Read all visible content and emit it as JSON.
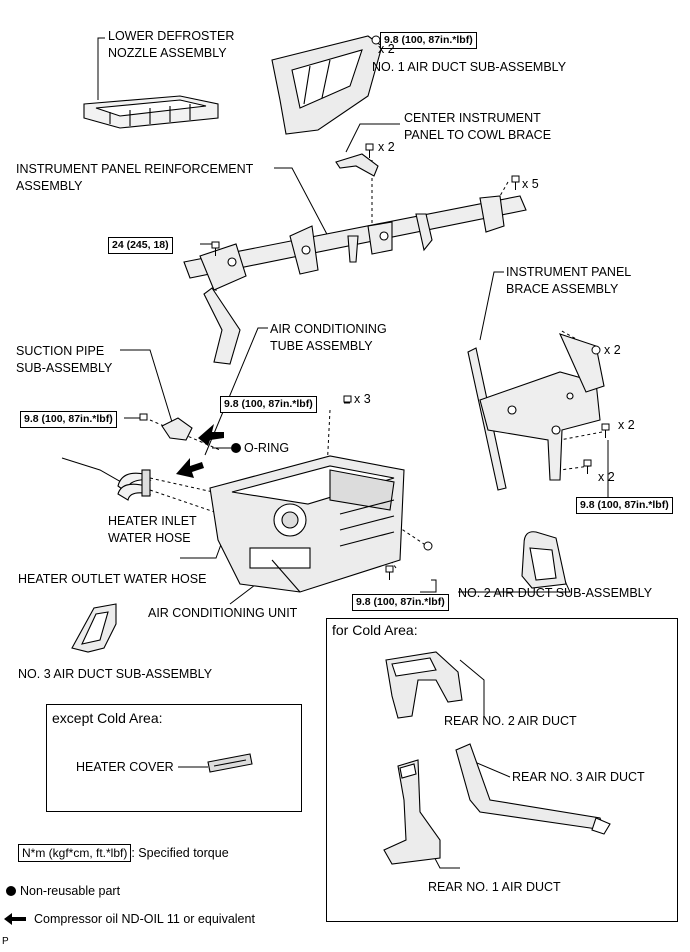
{
  "labels": {
    "lower_defroster": "LOWER DEFROSTER\nNOZZLE ASSEMBLY",
    "no1_air_duct": "NO. 1 AIR DUCT SUB-ASSEMBLY",
    "center_brace": "CENTER INSTRUMENT\nPANEL TO COWL BRACE",
    "reinforcement": "INSTRUMENT PANEL REINFORCEMENT\nASSEMBLY",
    "panel_brace": "INSTRUMENT PANEL\nBRACE ASSEMBLY",
    "ac_tube": "AIR CONDITIONING\nTUBE ASSEMBLY",
    "suction_pipe": "SUCTION PIPE\nSUB-ASSEMBLY",
    "o_ring": "O-RING",
    "heater_inlet": "HEATER INLET\nWATER HOSE",
    "heater_outlet": "HEATER OUTLET WATER HOSE",
    "ac_unit": "AIR CONDITIONING UNIT",
    "no2_air_duct": "NO. 2 AIR DUCT SUB-ASSEMBLY",
    "no3_air_duct": "NO. 3 AIR DUCT SUB-ASSEMBLY"
  },
  "torques": {
    "t1": "9.8 (100, 87in.*lbf)",
    "t2": "24 (245, 18)",
    "t3": "9.8 (100, 87in.*lbf)",
    "t4": "9.8 (100, 87in.*lbf)",
    "t5": "9.8 (100, 87in.*lbf)",
    "t6": "9.8 (100, 87in.*lbf)"
  },
  "quantities": {
    "q_defroster": "x 2",
    "q_center_brace": "x 2",
    "q_reinf": "x 5",
    "q_tube": "x 3",
    "q_brace_a": "x 2",
    "q_brace_b": "x 2",
    "q_brace_c": "x 2"
  },
  "except_box": {
    "title": "except Cold Area:",
    "item": "HEATER COVER"
  },
  "cold_box": {
    "title": "for Cold Area:",
    "rear2": "REAR NO. 2 AIR DUCT",
    "rear3": "REAR NO. 3 AIR DUCT",
    "rear1": "REAR NO. 1 AIR DUCT"
  },
  "legend": {
    "torque_box": "N*m (kgf*cm, ft.*lbf)",
    "torque_text": ": Specified torque",
    "nonreusable": "Non-reusable part",
    "oil": "Compressor oil ND-OIL 11 or equivalent"
  },
  "corner_mark": "P",
  "colors": {
    "ink": "#000000",
    "paper": "#ffffff",
    "part_fill": "#e6e6e6"
  }
}
